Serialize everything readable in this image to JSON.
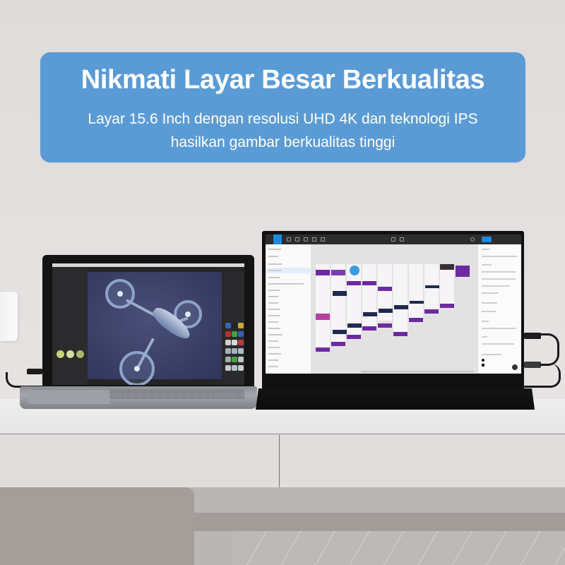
{
  "banner": {
    "title": "Nikmati Layar Besar Berkualitas",
    "subtitle_line1": "Layar 15.6 Inch dengan resolusi UHD 4K dan teknologi IPS",
    "subtitle_line2": "hasilkan gambar berkualitas tinggi",
    "background_color": "#5b9bd5",
    "text_color": "#ffffff"
  },
  "scene": {
    "laptop": {
      "device": "laptop",
      "screen_content": "3d-modeling-app-drone"
    },
    "portable_monitor": {
      "device": "portable-monitor",
      "screen_content": "design-app-canvas",
      "accent_colors": [
        "#1e88e5",
        "#6d2aa0",
        "#1f2a4f"
      ]
    }
  }
}
